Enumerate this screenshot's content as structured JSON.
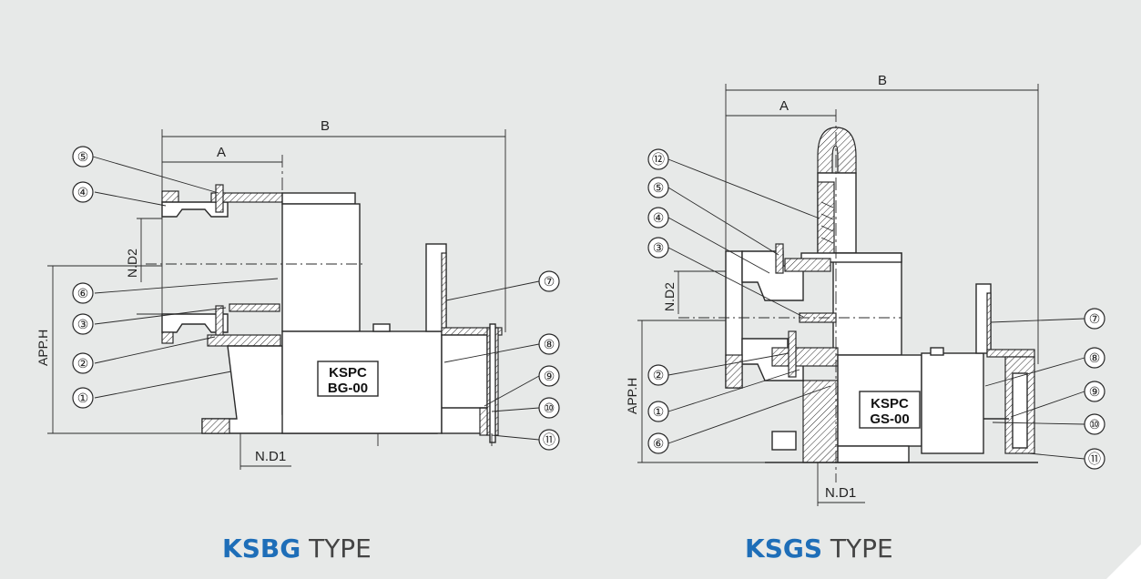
{
  "left_figure": {
    "caption_bold": "KSBG",
    "caption_rest": " TYPE",
    "nameplate_line1": "KSPC",
    "nameplate_line2": "BG-00",
    "dim_a": "A",
    "dim_b": "B",
    "dim_nd1": "N.D1",
    "dim_nd2": "N.D2",
    "dim_apph": "APP.H",
    "callouts": [
      "①",
      "②",
      "③",
      "④",
      "⑤",
      "⑥",
      "⑦",
      "⑧",
      "⑨",
      "⑩",
      "⑪"
    ]
  },
  "right_figure": {
    "caption_bold": "KSGS",
    "caption_rest": " TYPE",
    "nameplate_line1": "KSPC",
    "nameplate_line2": "GS-00",
    "dim_a": "A",
    "dim_b": "B",
    "dim_nd1": "N.D1",
    "dim_nd2": "N.D2",
    "dim_apph": "APP.H",
    "callouts": [
      "①",
      "②",
      "③",
      "④",
      "⑤",
      "⑥",
      "⑦",
      "⑧",
      "⑨",
      "⑩",
      "⑪",
      "⑫"
    ]
  },
  "colors": {
    "background": "#e7e9e8",
    "accent": "#1e6eb8",
    "line": "#2a2a2a"
  }
}
